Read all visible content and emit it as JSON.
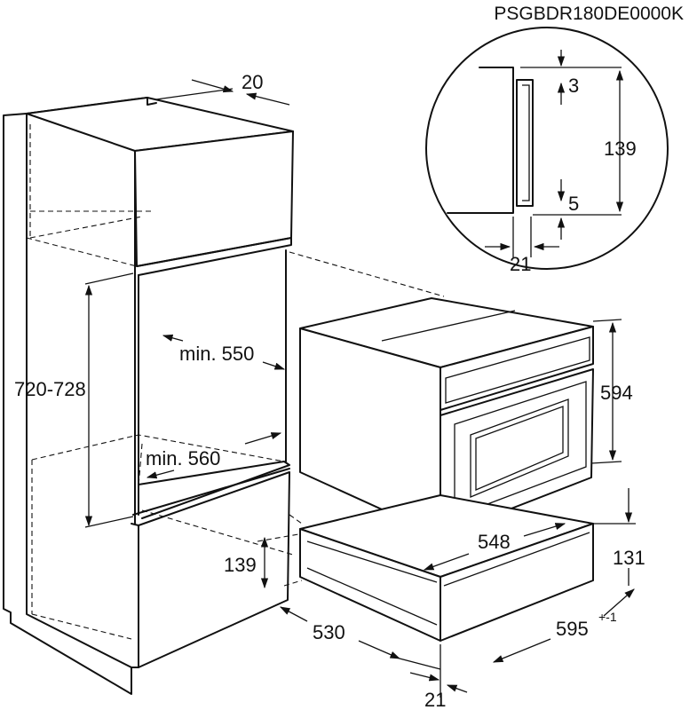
{
  "model_code": "PSGBDR180DE0000K",
  "dimensions": {
    "top_gap": "20",
    "niche_height": "720-728",
    "niche_width_min": "min. 550",
    "niche_depth_min": "min. 560",
    "lower_opening": "139",
    "cabinet_depth": "530",
    "oven_height": "594",
    "drawer_height": "131",
    "oven_depth": "548",
    "oven_width": "595",
    "oven_width_tolerance": "+-1",
    "front_offset": "21"
  },
  "detail": {
    "gap_top": "3",
    "height": "139",
    "gap_bottom": "5",
    "offset": "21"
  }
}
